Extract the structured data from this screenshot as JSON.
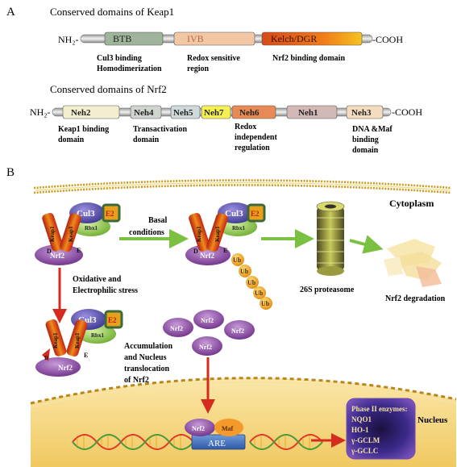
{
  "panel_a": {
    "label": "A",
    "keap1_title": "Conserved domains of Keap1",
    "keap1_nterm": "NH₂-",
    "keap1_cterm": "-COOH",
    "keap1_domains": [
      {
        "name": "BTB",
        "color": "#9fb49a"
      },
      {
        "name": "IVB",
        "color": "#f1c7a6"
      },
      {
        "name": "Kelch/DGR",
        "color": "#e0541c"
      }
    ],
    "keap1_captions": [
      [
        "Cul3 binding",
        "Homodimerization"
      ],
      [
        "Redox sensitive",
        "region"
      ],
      [
        "Nrf2 binding domain"
      ]
    ],
    "nrf2_title": "Conserved domains of Nrf2",
    "nrf2_nterm": "NH₂-",
    "nrf2_cterm": "-COOH",
    "nrf2_domains": [
      {
        "name": "Neh2",
        "color": "#f3eecf"
      },
      {
        "name": "Neh4",
        "color": "#cfd4cf"
      },
      {
        "name": "Neh5",
        "color": "#cfd8da"
      },
      {
        "name": "Neh7",
        "color": "#f4f054"
      },
      {
        "name": "Neh6",
        "color": "#e88a55"
      },
      {
        "name": "Neh1",
        "color": "#d3b9b6"
      },
      {
        "name": "Neh3",
        "color": "#f4dcc0"
      }
    ],
    "nrf2_captions": [
      [
        "Keap1 binding",
        "domain"
      ],
      [
        "Transactivation",
        "domain"
      ],
      [
        "Redox",
        "independent",
        "regulation"
      ],
      [
        "DNA &Maf",
        "binding",
        "domain"
      ]
    ]
  },
  "panel_b": {
    "label": "B",
    "cytoplasm": "Cytoplasm",
    "nucleus": "Nucleus",
    "keap1": "Keap1",
    "nrf2": "Nrf2",
    "cul3": "Cul3",
    "rbx1": "Rbx1",
    "e2": "E2",
    "ub": "Ub",
    "d": "D",
    "e": "E",
    "basal": [
      "Basal",
      "conditions"
    ],
    "proteasome": "26S proteasome",
    "degradation": "Nrf2 degradation",
    "stress": [
      "Oxidative and",
      "Electrophilic stress"
    ],
    "accumulation": [
      "Accumulation",
      "and Nucleus",
      "translocation",
      "of Nrf2"
    ],
    "maf": "Maf",
    "are": "ARE",
    "phase2_title": "Phase II enzymes:",
    "phase2_items": [
      "NQO1",
      "HO-1",
      "γ-GCLM",
      "γ-GCLC"
    ],
    "colors": {
      "arrow_green": "#7ac142",
      "arrow_red": "#d52b1e",
      "nrf2_purple": "#8a4fa0",
      "cul3_purple": "#5b55a8",
      "rbx1_green": "#9ccd5a",
      "keap1_red": "#d8341c",
      "ub_orange": "#f5a623",
      "nucleus_yellow": "#f5d78a"
    }
  }
}
